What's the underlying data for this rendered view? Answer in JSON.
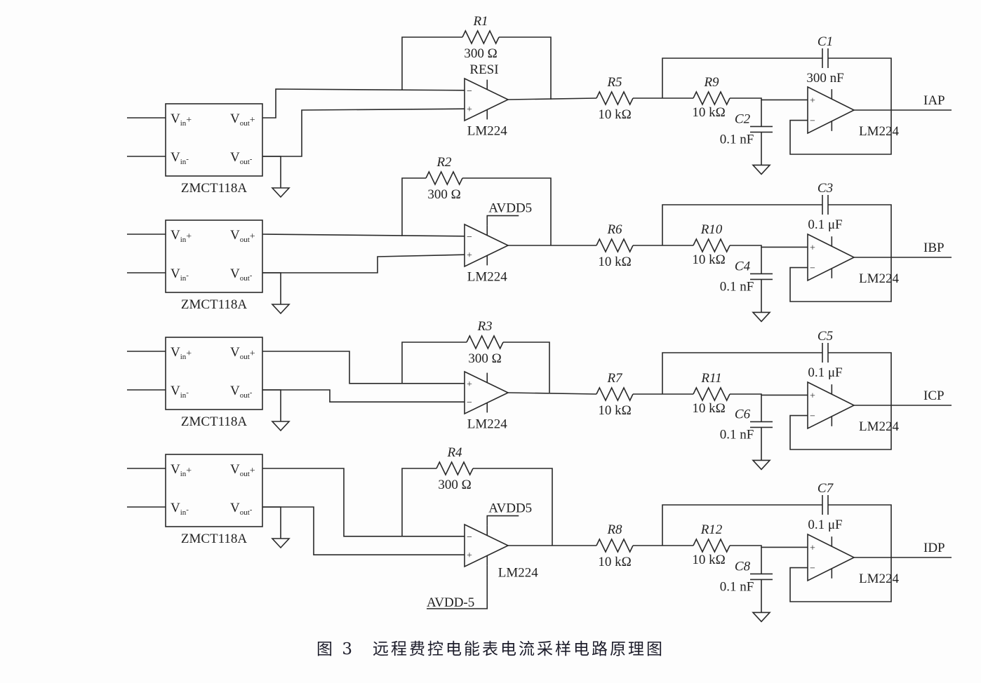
{
  "figure": {
    "number_label": "图 3",
    "title": "远程费控电能表电流采样电路原理图"
  },
  "colors": {
    "line": "#2a2a2a",
    "text": "#222222",
    "background": "#fdfdfd"
  },
  "common": {
    "sensor_part": "ZMCT118A",
    "sensor_pins": {
      "vin": "V",
      "vin_sub": "in",
      "vout": "V",
      "vout_sub": "out",
      "plus": "+",
      "minus": "-"
    },
    "opamp_part": "LM224",
    "opamp_plus": "+",
    "opamp_minus": "−"
  },
  "channels": [
    {
      "id": "a",
      "feedback_resistor": {
        "ref": "R1",
        "value": "300 Ω"
      },
      "amp_rail_label": "RESI",
      "amp_rail_neg_label": "",
      "series_resistor_1": {
        "ref": "R5",
        "value": "10 kΩ"
      },
      "series_resistor_2": {
        "ref": "R9",
        "value": "10 kΩ"
      },
      "feedback_capacitor": {
        "ref": "C1",
        "value": "300 nF"
      },
      "shunt_capacitor": {
        "ref": "C2",
        "value": "0.1 nF"
      },
      "output_label": "IAP"
    },
    {
      "id": "b",
      "feedback_resistor": {
        "ref": "R2",
        "value": "300 Ω"
      },
      "amp_rail_label": "AVDD5",
      "amp_rail_neg_label": "",
      "series_resistor_1": {
        "ref": "R6",
        "value": "10 kΩ"
      },
      "series_resistor_2": {
        "ref": "R10",
        "value": "10 kΩ"
      },
      "feedback_capacitor": {
        "ref": "C3",
        "value": "0.1 μF"
      },
      "shunt_capacitor": {
        "ref": "C4",
        "value": "0.1 nF"
      },
      "output_label": "IBP"
    },
    {
      "id": "c",
      "feedback_resistor": {
        "ref": "R3",
        "value": "300 Ω"
      },
      "amp_rail_label": "",
      "amp_rail_neg_label": "",
      "series_resistor_1": {
        "ref": "R7",
        "value": "10 kΩ"
      },
      "series_resistor_2": {
        "ref": "R11",
        "value": "10 kΩ"
      },
      "feedback_capacitor": {
        "ref": "C5",
        "value": "0.1 μF"
      },
      "shunt_capacitor": {
        "ref": "C6",
        "value": "0.1 nF"
      },
      "output_label": "ICP"
    },
    {
      "id": "d",
      "feedback_resistor": {
        "ref": "R4",
        "value": "300 Ω"
      },
      "amp_rail_label": "AVDD5",
      "amp_rail_neg_label": "AVDD-5",
      "series_resistor_1": {
        "ref": "R8",
        "value": "10 kΩ"
      },
      "series_resistor_2": {
        "ref": "R12",
        "value": "10 kΩ"
      },
      "feedback_capacitor": {
        "ref": "C7",
        "value": "0.1 μF"
      },
      "shunt_capacitor": {
        "ref": "C8",
        "value": "0.1 nF"
      },
      "output_label": "IDP"
    }
  ]
}
